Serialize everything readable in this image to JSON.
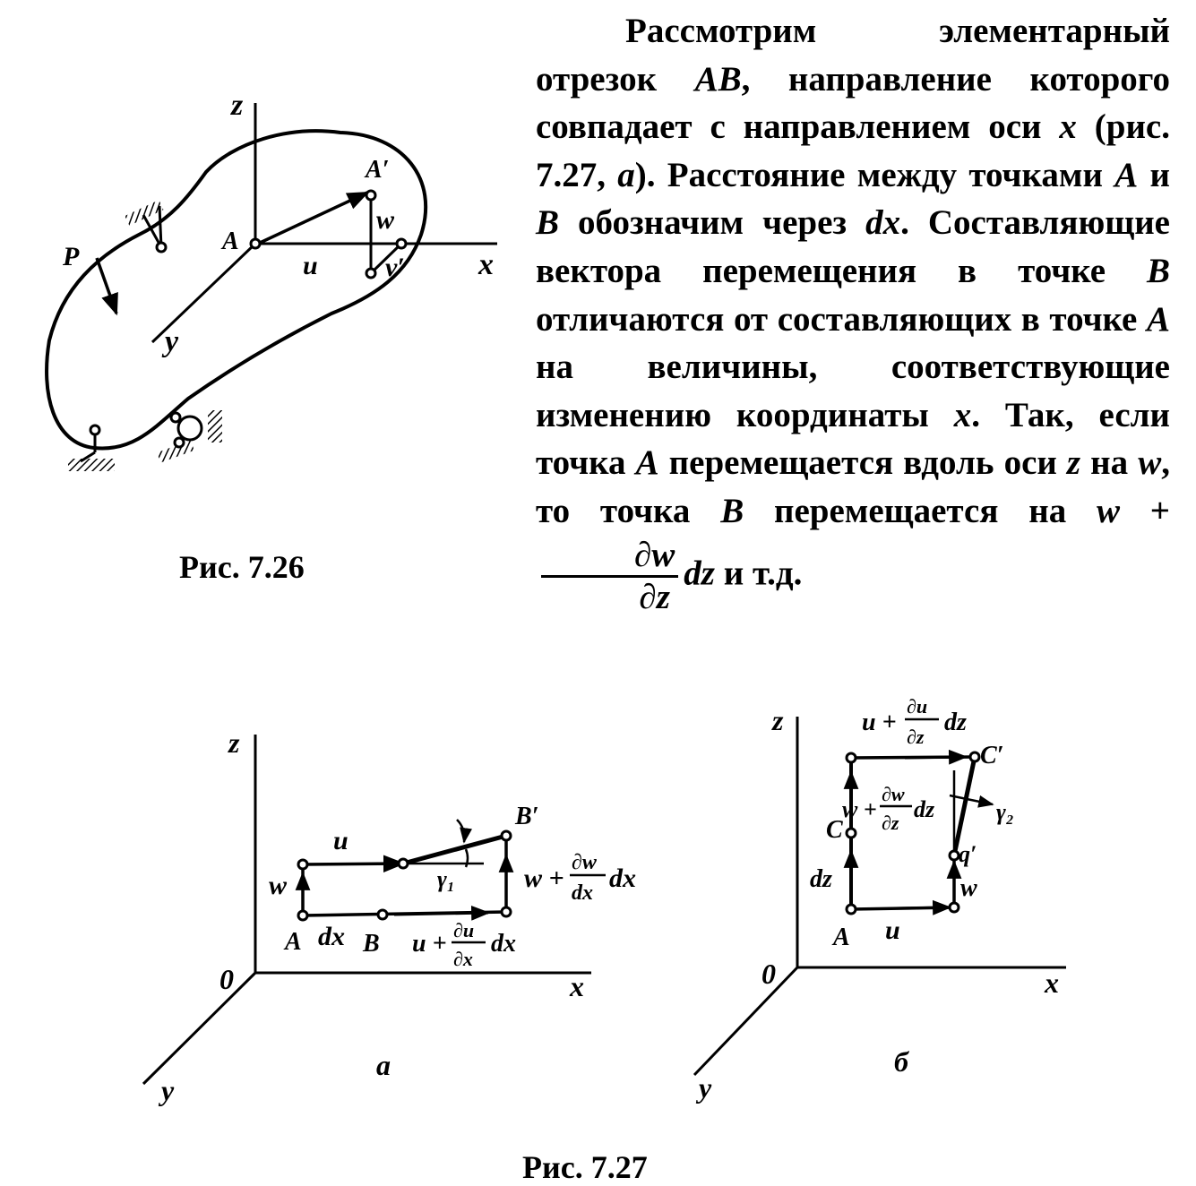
{
  "paragraph": {
    "p1": "Рассмотрим элементарный отрезок ",
    "ab": "AB",
    "p2": ", направление которого совпадает с направлением оси ",
    "x1": "x",
    "p3": " (рис. 7.27, ",
    "a1": "a",
    "p4": "). Расстояние между точками ",
    "A1": "A",
    "p5": " и ",
    "B1": "B",
    "p6": " обозначим через ",
    "dx": "dx",
    "p7": ". Составляющие вектора перемещения в точке ",
    "B2": "B",
    "p8": " отличаются от составляющих в точке ",
    "A2": "A",
    "p9": " на величины, соответствующие изменению координаты ",
    "x2": "x",
    "p10": ". Так, если точка ",
    "A3": "A",
    "p11": " перемещается вдоль оси ",
    "z1": "z",
    "p12": " на ",
    "w1": "w",
    "p13": ", то точка ",
    "B3": "B",
    "p14": " перемещается на ",
    "w2": "w",
    "plus": "+",
    "frac_num": "∂w",
    "frac_den": "∂z",
    "dz": "dz",
    "p15": " и т.д."
  },
  "captions": {
    "fig726": "Рис. 7.26",
    "fig727": "Рис. 7.27",
    "sub_a": "а",
    "sub_b": "б"
  },
  "fig726_labels": {
    "z": "z",
    "x": "x",
    "y": "y",
    "A": "A",
    "A_prime": "A′",
    "u": "u",
    "w": "w",
    "v_prime": "v′",
    "P": "P"
  },
  "fig727a_labels": {
    "z": "z",
    "x": "x",
    "y": "y",
    "O": "0",
    "A": "A",
    "B": "B",
    "B_prime": "B′",
    "u": "u",
    "w": "w",
    "dx": "dx",
    "gamma1": "γ₁",
    "w_expr_left": "w +",
    "w_num": "∂w",
    "w_den": "dx",
    "w_dx": "dx",
    "u_expr_left": "u +",
    "u_num": "∂u",
    "u_den": "∂x",
    "u_dx": "dx"
  },
  "fig727b_labels": {
    "z": "z",
    "x": "x",
    "y": "y",
    "O": "0",
    "A": "A",
    "C": "C",
    "C_prime": "C′",
    "q_prime": "q′",
    "u": "u",
    "w": "w",
    "dz": "dz",
    "gamma2": "γ₂",
    "top_left": "u +",
    "top_num": "∂u",
    "top_den": "∂z",
    "top_dz": "dz",
    "mid_left": "w +",
    "mid_num": "∂w",
    "mid_den": "∂z",
    "mid_dz": "dz"
  }
}
